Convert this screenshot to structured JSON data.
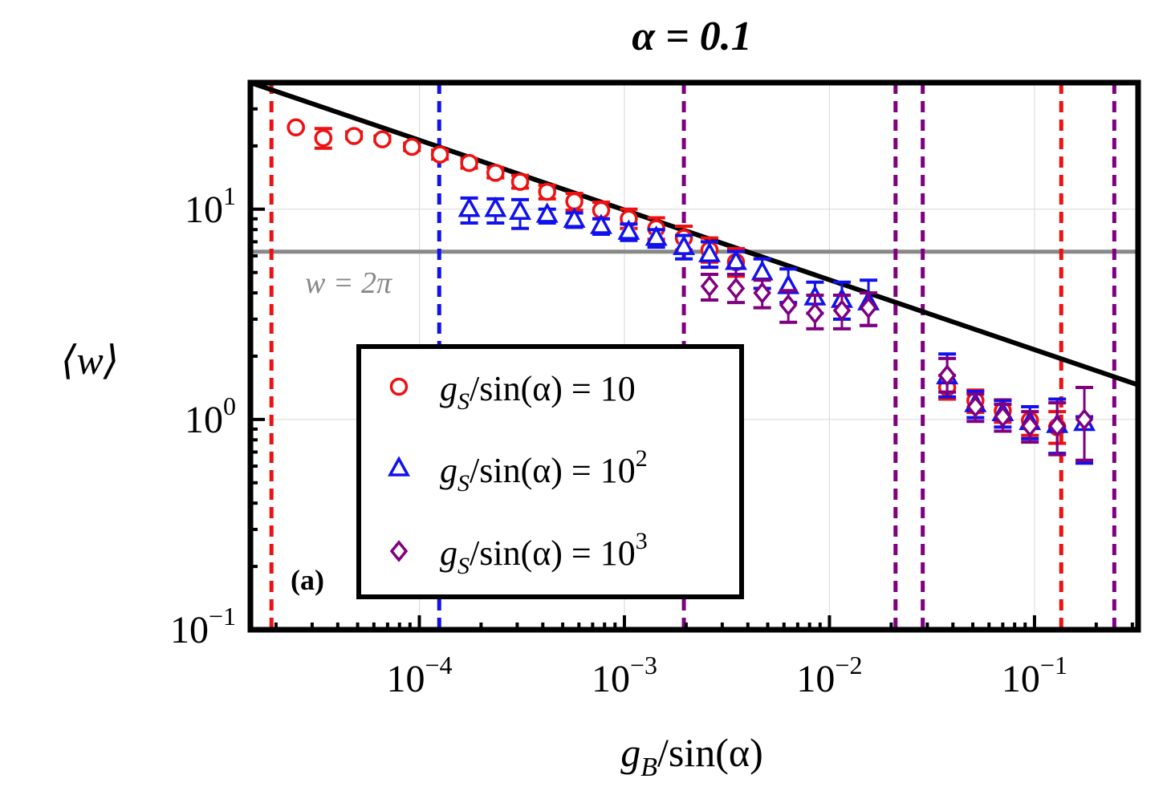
{
  "chart_data": {
    "type": "scatter",
    "title": "α = 0.1",
    "panel_label": "(a)",
    "xlabel": {
      "g": "g",
      "sub": "B",
      "rest": "/sin(α)"
    },
    "ylabel": "⟨w⟩",
    "xscale": "log",
    "yscale": "log",
    "xlim": [
      1.5e-05,
      0.32
    ],
    "ylim": [
      0.1,
      40
    ],
    "x_ticks": [
      {
        "value": 0.0001,
        "base": "10",
        "exp": "−4"
      },
      {
        "value": 0.001,
        "base": "10",
        "exp": "−3"
      },
      {
        "value": 0.01,
        "base": "10",
        "exp": "−2"
      },
      {
        "value": 0.1,
        "base": "10",
        "exp": "−1"
      }
    ],
    "y_ticks": [
      {
        "value": 0.1,
        "base": "10",
        "exp": "−1"
      },
      {
        "value": 1,
        "base": "10",
        "exp": "0"
      },
      {
        "value": 10,
        "base": "10",
        "exp": "1"
      }
    ],
    "grid": true,
    "legend_position": "lower-center",
    "reference_line": {
      "y": 6.2832,
      "label": "w = 2π",
      "color": "#888888"
    },
    "fit_line": {
      "x": [
        1.5e-05,
        0.32
      ],
      "y": [
        40,
        1.46
      ],
      "color": "#000000"
    },
    "vertical_lines": [
      {
        "x": 1.9e-05,
        "color": "#ee1111"
      },
      {
        "x": 0.000125,
        "color": "#1111ee"
      },
      {
        "x": 0.00195,
        "color": "#800080"
      },
      {
        "x": 0.021,
        "color": "#800080"
      },
      {
        "x": 0.0285,
        "color": "#800080"
      },
      {
        "x": 0.135,
        "color": "#ee1111"
      },
      {
        "x": 0.245,
        "color": "#800080"
      }
    ],
    "series": [
      {
        "legend": {
          "prefix": "g",
          "sub": "S",
          "mid": "/sin(α) = ",
          "value": "10",
          "exp": ""
        },
        "marker": "circle",
        "color": "#ee1111",
        "x": [
          2.5e-05,
          3.4e-05,
          4.8e-05,
          6.6e-05,
          9.2e-05,
          0.000126,
          0.000175,
          0.000235,
          0.00031,
          0.00042,
          0.00057,
          0.00077,
          0.00105,
          0.00143,
          0.00195,
          0.0026,
          0.0035,
          0.0375,
          0.0515,
          0.07,
          0.095,
          0.129
        ],
        "y": [
          24.5,
          21.8,
          22.3,
          21.5,
          19.8,
          18.2,
          16.6,
          14.9,
          13.5,
          12.1,
          10.9,
          9.9,
          9.0,
          8.1,
          7.3,
          6.4,
          5.6,
          1.42,
          1.23,
          1.1,
          0.99,
          0.92
        ],
        "err": [
          [
            24.3,
            24.9
          ],
          [
            19.5,
            24.2
          ],
          [
            21.7,
            23.3
          ],
          [
            21.0,
            22.3
          ],
          [
            19.0,
            20.6
          ],
          [
            17.3,
            19.1
          ],
          [
            15.7,
            17.4
          ],
          [
            14.1,
            15.8
          ],
          [
            12.6,
            14.5
          ],
          [
            11.2,
            13.0
          ],
          [
            9.9,
            11.9
          ],
          [
            9.0,
            10.8
          ],
          [
            8.1,
            10.0
          ],
          [
            7.2,
            9.1
          ],
          [
            6.4,
            8.3
          ],
          [
            5.6,
            7.3
          ],
          [
            4.8,
            6.5
          ],
          [
            1.25,
            1.62
          ],
          [
            1.08,
            1.38
          ],
          [
            0.97,
            1.24
          ],
          [
            0.84,
            1.15
          ],
          [
            0.77,
            1.09
          ]
        ]
      },
      {
        "legend": {
          "prefix": "g",
          "sub": "S",
          "mid": "/sin(α) = ",
          "value": "10",
          "exp": "2"
        },
        "marker": "triangle",
        "color": "#1111ee",
        "x": [
          0.000175,
          0.000235,
          0.00031,
          0.00042,
          0.00057,
          0.00077,
          0.00105,
          0.00143,
          0.00195,
          0.0026,
          0.0035,
          0.0047,
          0.0063,
          0.0085,
          0.0115,
          0.0155,
          0.0375,
          0.0515,
          0.07,
          0.095,
          0.129,
          0.175
        ],
        "y": [
          10.0,
          10.0,
          9.7,
          9.4,
          8.9,
          8.3,
          7.8,
          7.3,
          6.6,
          6.1,
          5.6,
          5.0,
          4.3,
          3.8,
          3.7,
          3.6,
          1.6,
          1.18,
          1.07,
          0.97,
          0.94,
          0.96
        ],
        "err": [
          [
            8.6,
            11.3
          ],
          [
            8.6,
            11.2
          ],
          [
            8.1,
            11.1
          ],
          [
            8.6,
            10.0
          ],
          [
            8.2,
            9.6
          ],
          [
            7.6,
            9.0
          ],
          [
            7.1,
            8.5
          ],
          [
            6.6,
            8.0
          ],
          [
            5.8,
            7.5
          ],
          [
            5.3,
            7.0
          ],
          [
            4.9,
            6.3
          ],
          [
            4.2,
            5.8
          ],
          [
            3.6,
            5.2
          ],
          [
            3.2,
            4.5
          ],
          [
            3.0,
            4.5
          ],
          [
            2.8,
            4.6
          ],
          [
            1.28,
            2.05
          ],
          [
            1.02,
            1.36
          ],
          [
            0.92,
            1.23
          ],
          [
            0.81,
            1.15
          ],
          [
            0.69,
            1.25
          ],
          [
            0.62,
            1.03
          ]
        ]
      },
      {
        "legend": {
          "prefix": "g",
          "sub": "S",
          "mid": "/sin(α) = ",
          "value": "10",
          "exp": "3"
        },
        "marker": "diamond",
        "color": "#800080",
        "x": [
          0.0026,
          0.0035,
          0.0047,
          0.0063,
          0.0085,
          0.0115,
          0.0155,
          0.0375,
          0.0515,
          0.07,
          0.095,
          0.129,
          0.175
        ],
        "y": [
          4.3,
          4.2,
          4.0,
          3.5,
          3.2,
          3.3,
          3.4,
          1.62,
          1.15,
          1.03,
          0.93,
          0.93,
          1.0
        ],
        "err": [
          [
            3.7,
            4.9
          ],
          [
            3.6,
            4.9
          ],
          [
            3.4,
            4.6
          ],
          [
            2.9,
            4.1
          ],
          [
            2.7,
            3.9
          ],
          [
            2.7,
            3.9
          ],
          [
            2.8,
            4.0
          ],
          [
            1.35,
            1.95
          ],
          [
            0.98,
            1.32
          ],
          [
            0.88,
            1.18
          ],
          [
            0.78,
            1.09
          ],
          [
            0.68,
            1.2
          ],
          [
            0.64,
            1.42
          ]
        ]
      }
    ]
  }
}
